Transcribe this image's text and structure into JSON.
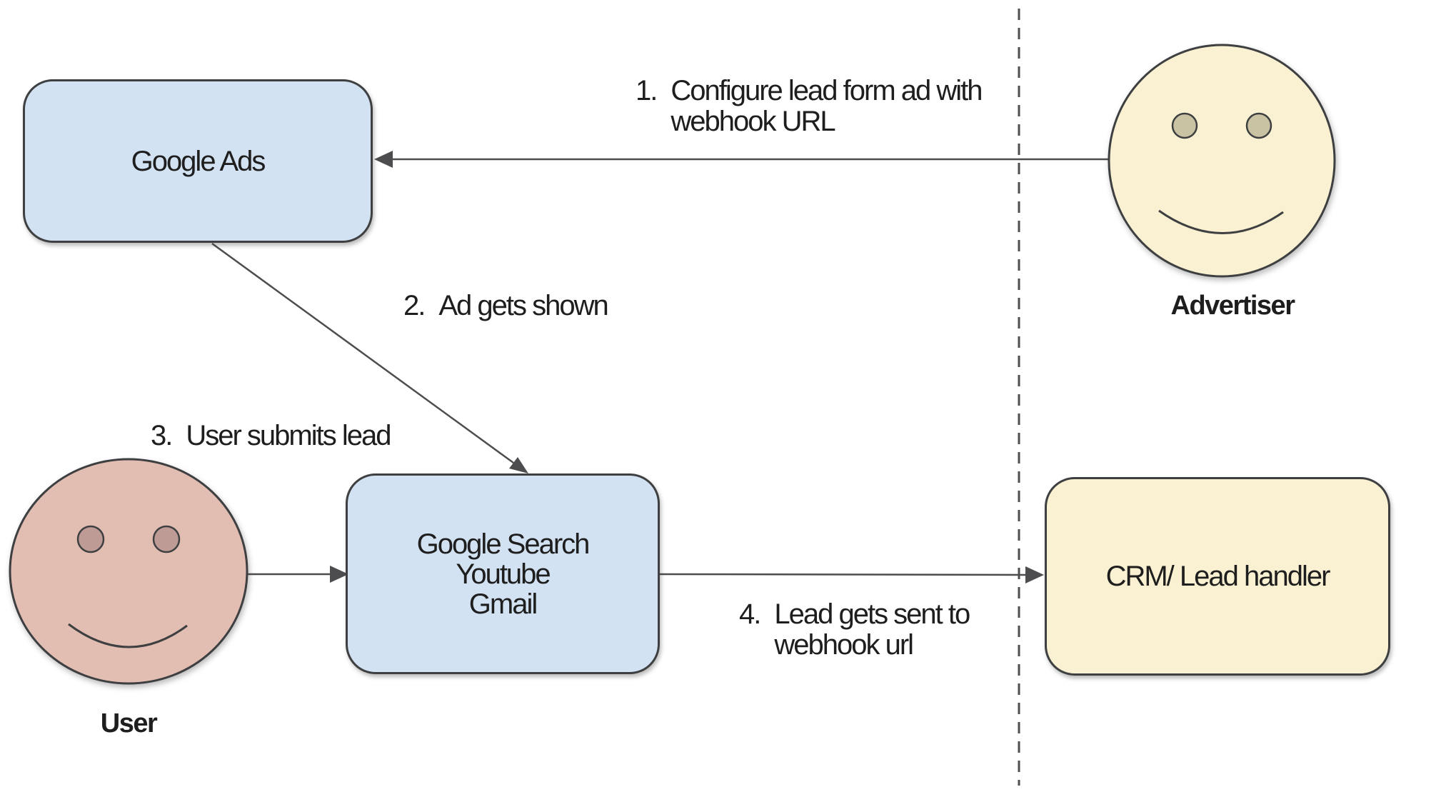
{
  "boxes": {
    "google_ads": {
      "label": "Google Ads"
    },
    "google_surfaces": {
      "label": "Google Search\nYoutube\nGmail"
    },
    "crm": {
      "label": "CRM/ Lead handler"
    }
  },
  "actors": {
    "advertiser": {
      "label": "Advertiser"
    },
    "user": {
      "label": "User"
    }
  },
  "steps": [
    {
      "num": "1.",
      "text": "Configure lead form ad with\nwebhook URL"
    },
    {
      "num": "2.",
      "text": "Ad gets shown"
    },
    {
      "num": "3.",
      "text": "User submits lead"
    },
    {
      "num": "4.",
      "text": "Lead gets sent to\nwebhook url"
    }
  ],
  "colors": {
    "surface_blue": "#d3e2f2",
    "surface_cream": "#faf1d2",
    "user_skin": "#e2bdb2",
    "user_eye": "#be9c95",
    "advertiser_eye": "#c9c3a4",
    "stroke": "#3e3f41",
    "connector": "#4d4d4f",
    "text": "#1e1e1e"
  }
}
